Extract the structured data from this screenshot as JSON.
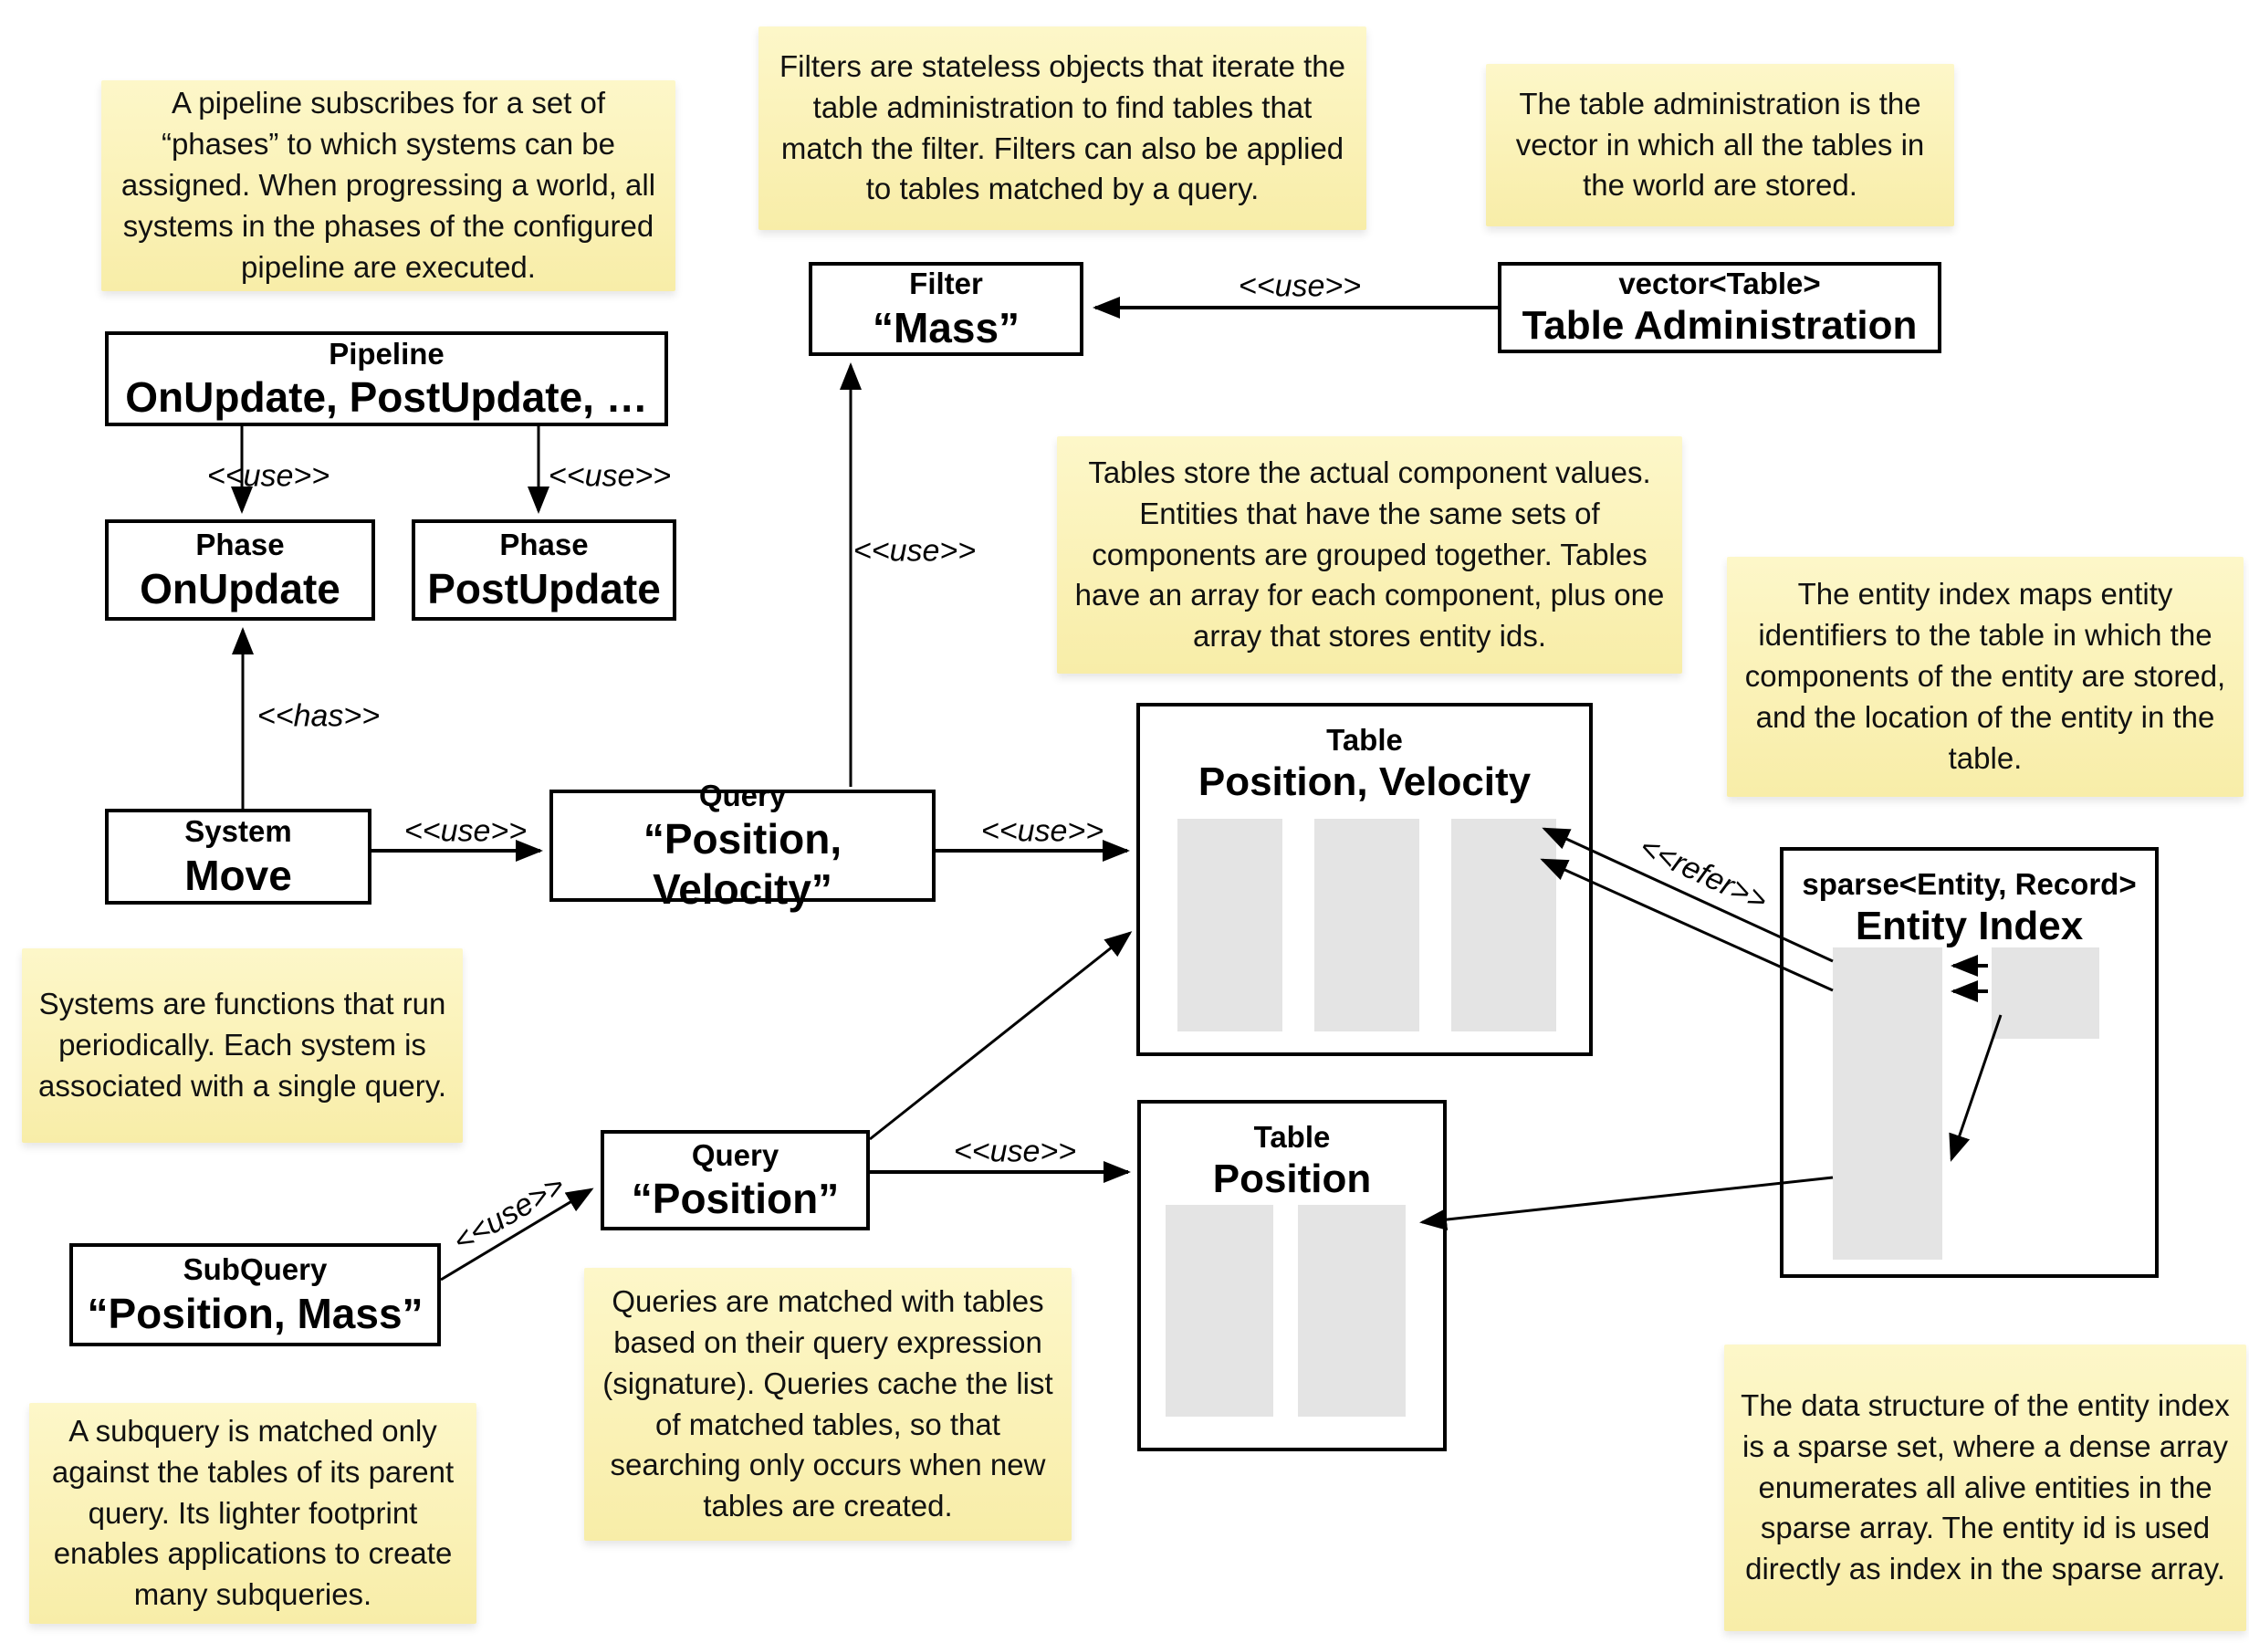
{
  "diagram_title": "ECS architecture diagram (pipelines, systems, queries, tables, entity index)",
  "colors": {
    "note_bg_top": "#fdf7c9",
    "note_bg_bottom": "#f8eda8",
    "box_border": "#000000",
    "gray_fill": "#e4e4e4",
    "background": "#ffffff",
    "text": "#000000"
  },
  "notes": {
    "pipeline": {
      "text": "A pipeline subscribes for a set of “phases” to which systems can be assigned. When progressing a world, all systems in the phases of the configured pipeline are executed."
    },
    "filters": {
      "text": "Filters are stateless objects that iterate the table administration to find tables that match the filter. Filters can also be applied to tables matched by a query."
    },
    "table_admin": {
      "text": "The table administration is the vector in which all the tables in the world are stored."
    },
    "tables_store": {
      "text": "Tables store the actual component values. Entities that have the same sets of components are grouped together. Tables have an array for each component, plus one array that stores entity ids."
    },
    "entity_index": {
      "text": "The entity index maps entity identifiers to the table in which the components of the entity are stored, and the location of the entity in the table."
    },
    "systems": {
      "text": "Systems are functions that run periodically. Each system is associated with a single query."
    },
    "queries": {
      "text": "Queries are matched with tables based on their query expression (signature). Queries cache the list of matched tables, so that searching only occurs when new tables are created."
    },
    "subquery": {
      "text": "A subquery is matched only against the tables of its parent query. Its lighter footprint enables applications to create many subqueries."
    },
    "sparse_set": {
      "text": "The data structure of the entity index is a sparse set, where a dense array enumerates all alive entities in the sparse array. The entity id is used directly as index in the sparse array."
    }
  },
  "nodes": {
    "pipeline": {
      "stereotype": "Pipeline",
      "name": "OnUpdate, PostUpdate, …"
    },
    "phase_onupdate": {
      "stereotype": "Phase",
      "name": "OnUpdate"
    },
    "phase_postupdate": {
      "stereotype": "Phase",
      "name": "PostUpdate"
    },
    "system_move": {
      "stereotype": "System",
      "name": "Move"
    },
    "query_pv": {
      "stereotype": "Query",
      "name": "“Position, Velocity”"
    },
    "filter_mass": {
      "stereotype": "Filter",
      "name": "“Mass”"
    },
    "table_admin": {
      "stereotype": "vector<Table>",
      "name": "Table Administration"
    },
    "table_pv": {
      "stereotype": "Table",
      "name": "Position, Velocity"
    },
    "table_p": {
      "stereotype": "Table",
      "name": "Position"
    },
    "query_p": {
      "stereotype": "Query",
      "name": "“Position”"
    },
    "subquery_pm": {
      "stereotype": "SubQuery",
      "name": "“Position, Mass”"
    },
    "entity_index": {
      "stereotype": "sparse<Entity, Record>",
      "name": "Entity Index"
    }
  },
  "edge_labels": {
    "use": "<<use>>",
    "has": "<<has>>",
    "refer": "<<refer>>"
  }
}
